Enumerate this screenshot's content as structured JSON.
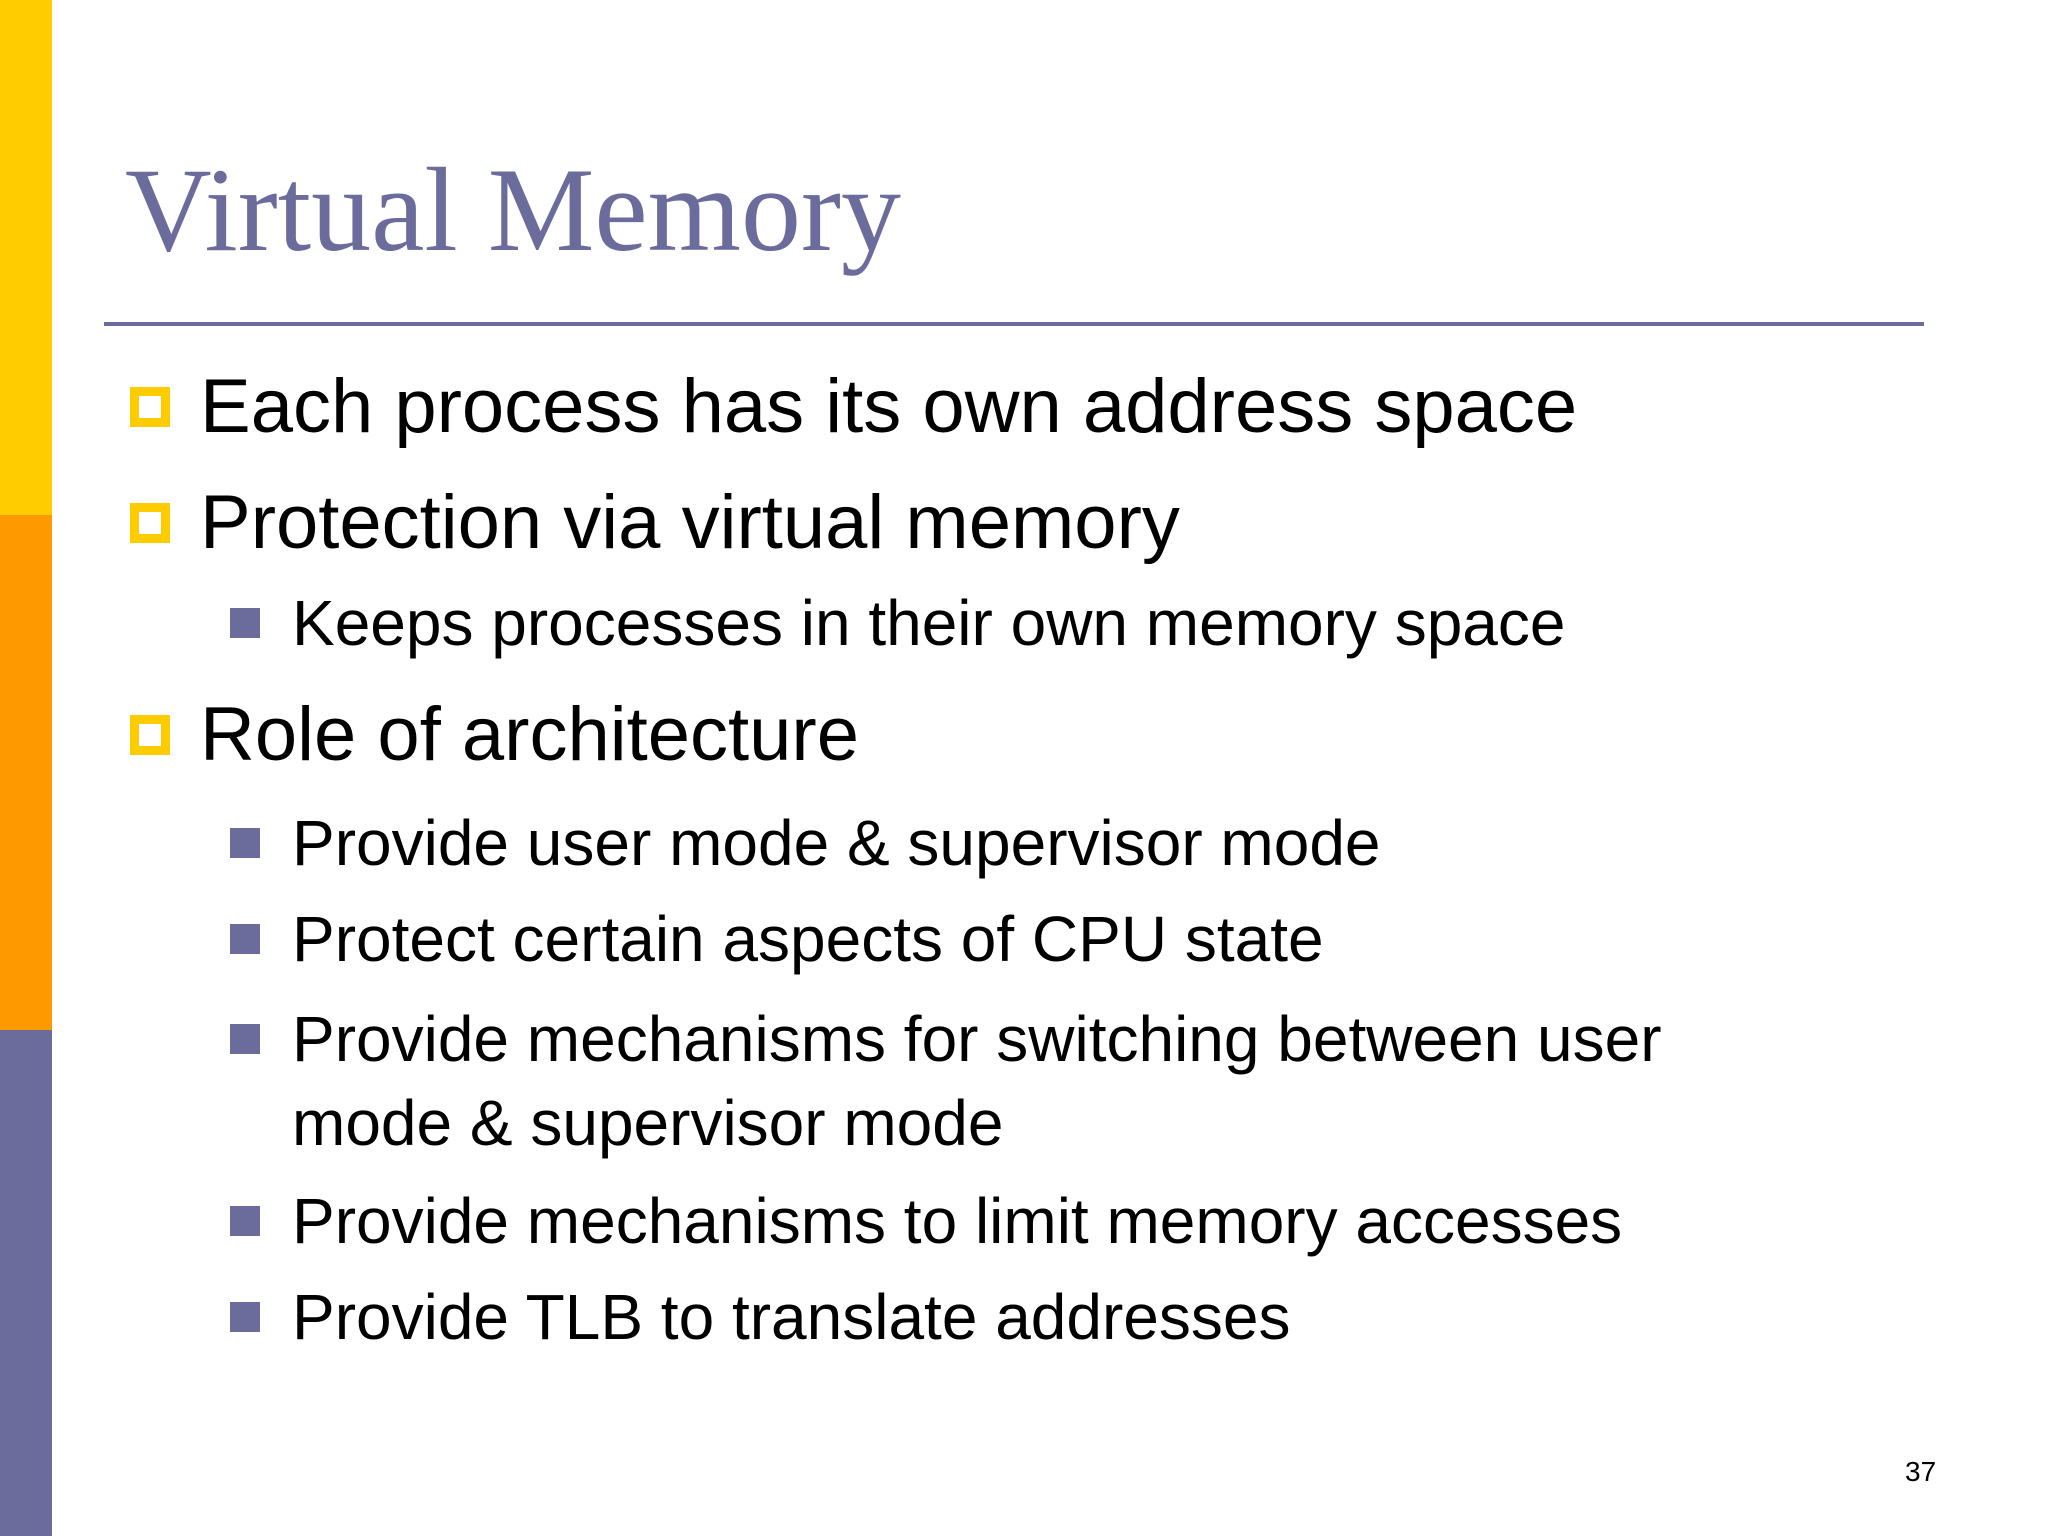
{
  "colors": {
    "sidebar_top": "#FFCC00",
    "sidebar_middle": "#FF9900",
    "sidebar_bottom": "#6B6B9C",
    "title": "#6B6B9C",
    "rule": "#6B6B9C",
    "level1_marker": "#FFCC00",
    "level2_marker": "#6B6B9C"
  },
  "slide": {
    "title": "Virtual Memory",
    "page_number": "37",
    "bullets": [
      {
        "level": 1,
        "marker": "hollow-square-icon",
        "text": "Each process has its own address space"
      },
      {
        "level": 1,
        "marker": "hollow-square-icon",
        "text": "Protection via virtual memory"
      },
      {
        "level": 2,
        "marker": "filled-square-icon",
        "text": "Keeps processes in their own memory space"
      },
      {
        "level": 1,
        "marker": "hollow-square-icon",
        "text": "Role of architecture"
      },
      {
        "level": 2,
        "marker": "filled-square-icon",
        "text": "Provide user mode & supervisor mode"
      },
      {
        "level": 2,
        "marker": "filled-square-icon",
        "text": "Protect certain aspects of CPU state"
      },
      {
        "level": 2,
        "marker": "filled-square-icon",
        "text": "Provide mechanisms for switching between user"
      },
      {
        "level": 2,
        "marker": "none",
        "text": "mode & supervisor mode"
      },
      {
        "level": 2,
        "marker": "filled-square-icon",
        "text": "Provide mechanisms to limit memory accesses"
      },
      {
        "level": 2,
        "marker": "filled-square-icon",
        "text": "Provide TLB to translate addresses"
      }
    ]
  }
}
